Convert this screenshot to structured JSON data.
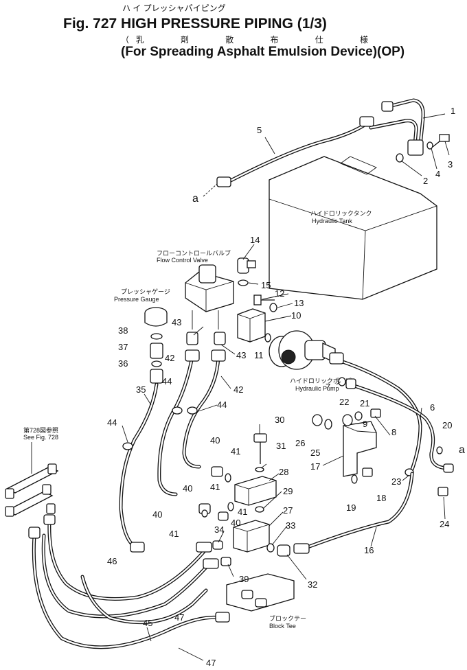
{
  "header": {
    "title_jp": "ハ イ プレッシャパイピング",
    "fig_label": "Fig. 727 HIGH PRESSURE PIPING (1/3)",
    "subtitle_jp": "（乳　　剤　　散　　布　　仕　　様",
    "subtitle_en": "(For Spreading Asphalt Emulsion Device)(OP)"
  },
  "labels": {
    "hydraulic_tank_jp": "ハイドロリックタンク",
    "hydraulic_tank_en": "Hydraulic Tank",
    "flow_control_valve_jp": "フローコントロールバルブ",
    "flow_control_valve_en": "Flow Control Valve",
    "pressure_gauge_jp": "プレッシャゲージ",
    "pressure_gauge_en": "Pressure Gauge",
    "hydraulic_pump_jp": "ハイドロリックポンプ",
    "hydraulic_pump_en": "Hydraulic Pump",
    "see_fig_jp": "第728図参照",
    "see_fig_en": "See Fig. 728",
    "block_tee_jp": "ブロックテー",
    "block_tee_en": "Block Tee",
    "ref_a": "a"
  },
  "callouts": {
    "c1": "1",
    "c2": "2",
    "c3": "3",
    "c4": "4",
    "c5": "5",
    "c6": "6",
    "c7": "7",
    "c8": "8",
    "c9": "9",
    "c10": "10",
    "c11": "11",
    "c12": "12",
    "c13": "13",
    "c14": "14",
    "c15": "15",
    "c16": "16",
    "c17": "17",
    "c18": "18",
    "c19": "19",
    "c20": "20",
    "c21": "21",
    "c22": "22",
    "c23": "23",
    "c24": "24",
    "c25": "25",
    "c26": "26",
    "c27": "27",
    "c28": "28",
    "c29": "29",
    "c30": "30",
    "c31": "31",
    "c32": "32",
    "c33": "33",
    "c34": "34",
    "c35": "35",
    "c36": "36",
    "c37": "37",
    "c38": "38",
    "c39": "39",
    "c40": "40",
    "c41": "41",
    "c42": "42",
    "c43": "43",
    "c44": "44",
    "c45": "45",
    "c46": "46",
    "c47": "47"
  }
}
